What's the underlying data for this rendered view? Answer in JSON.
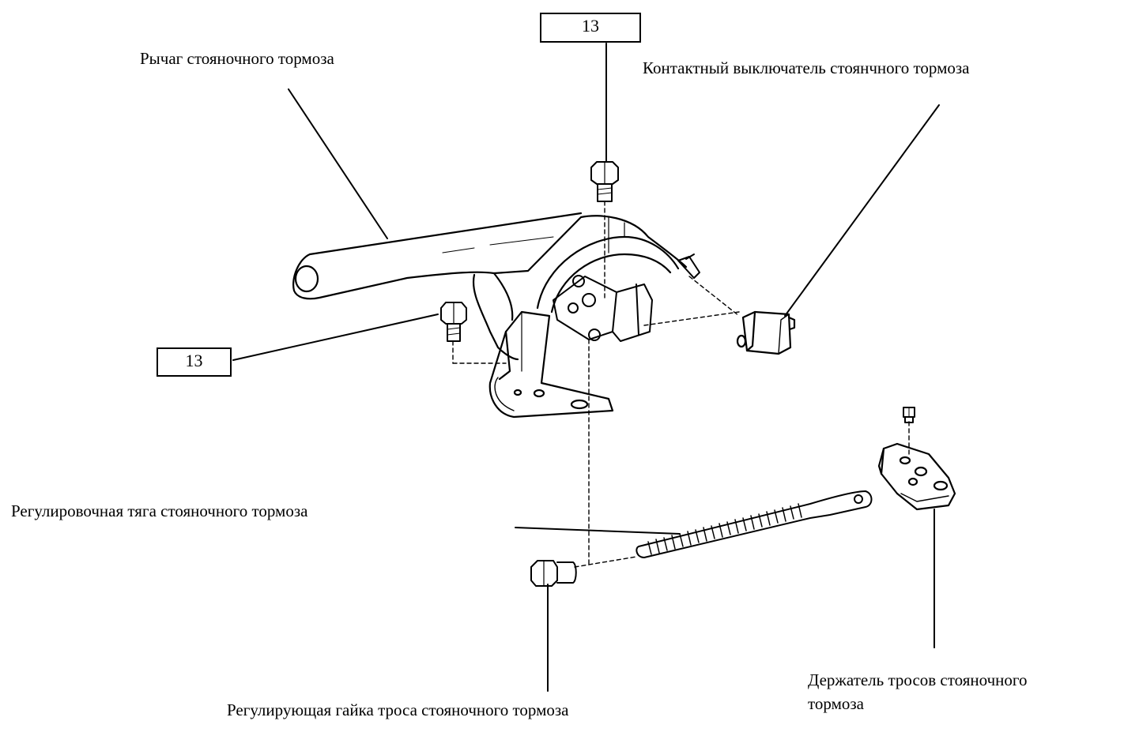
{
  "labels": {
    "lever": "Рычаг стояночного тормоза",
    "switch": "Контактный выключатель стоянчного тормоза",
    "rod": "Регулировочная тяга стояночного тормоза",
    "nut": "Регулирующая гайка троса стояночного тормоза",
    "holder_line1": "Держатель тросов стояночного",
    "holder_line2": "тормоза"
  },
  "torque": {
    "top": "13",
    "left": "13"
  },
  "colors": {
    "line": "#000000",
    "background": "#ffffff"
  }
}
